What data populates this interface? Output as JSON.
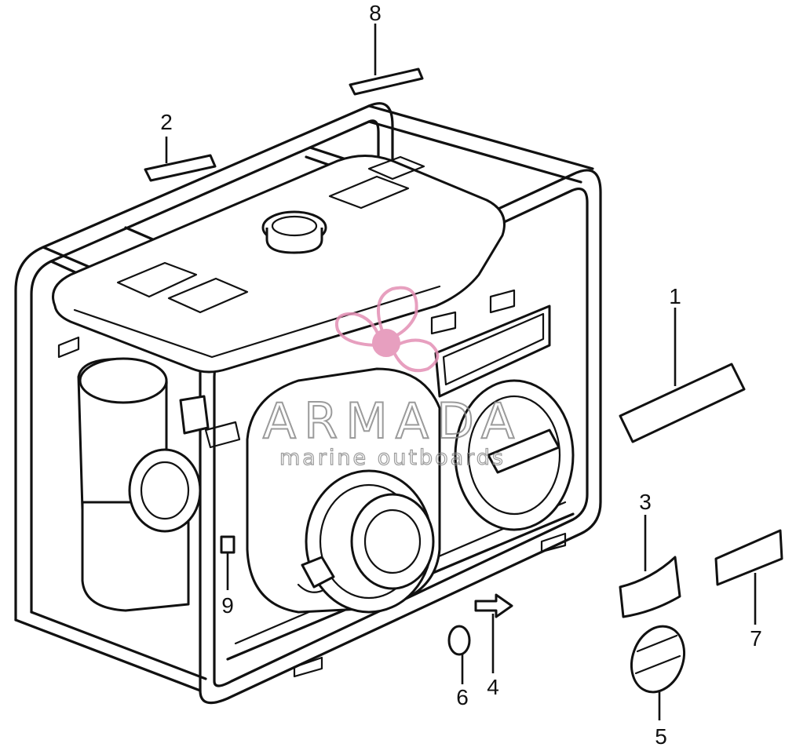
{
  "diagram": {
    "callouts": [
      {
        "id": "1",
        "label": "1"
      },
      {
        "id": "2",
        "label": "2"
      },
      {
        "id": "3",
        "label": "3"
      },
      {
        "id": "4",
        "label": "4"
      },
      {
        "id": "5",
        "label": "5"
      },
      {
        "id": "6",
        "label": "6"
      },
      {
        "id": "7",
        "label": "7"
      },
      {
        "id": "8",
        "label": "8"
      },
      {
        "id": "9",
        "label": "9"
      }
    ]
  },
  "watermark": {
    "title": "ARMADA",
    "subtitle": "marine outboards",
    "title_color": "#8a8a8a",
    "logo_color": "#e38fb4"
  }
}
